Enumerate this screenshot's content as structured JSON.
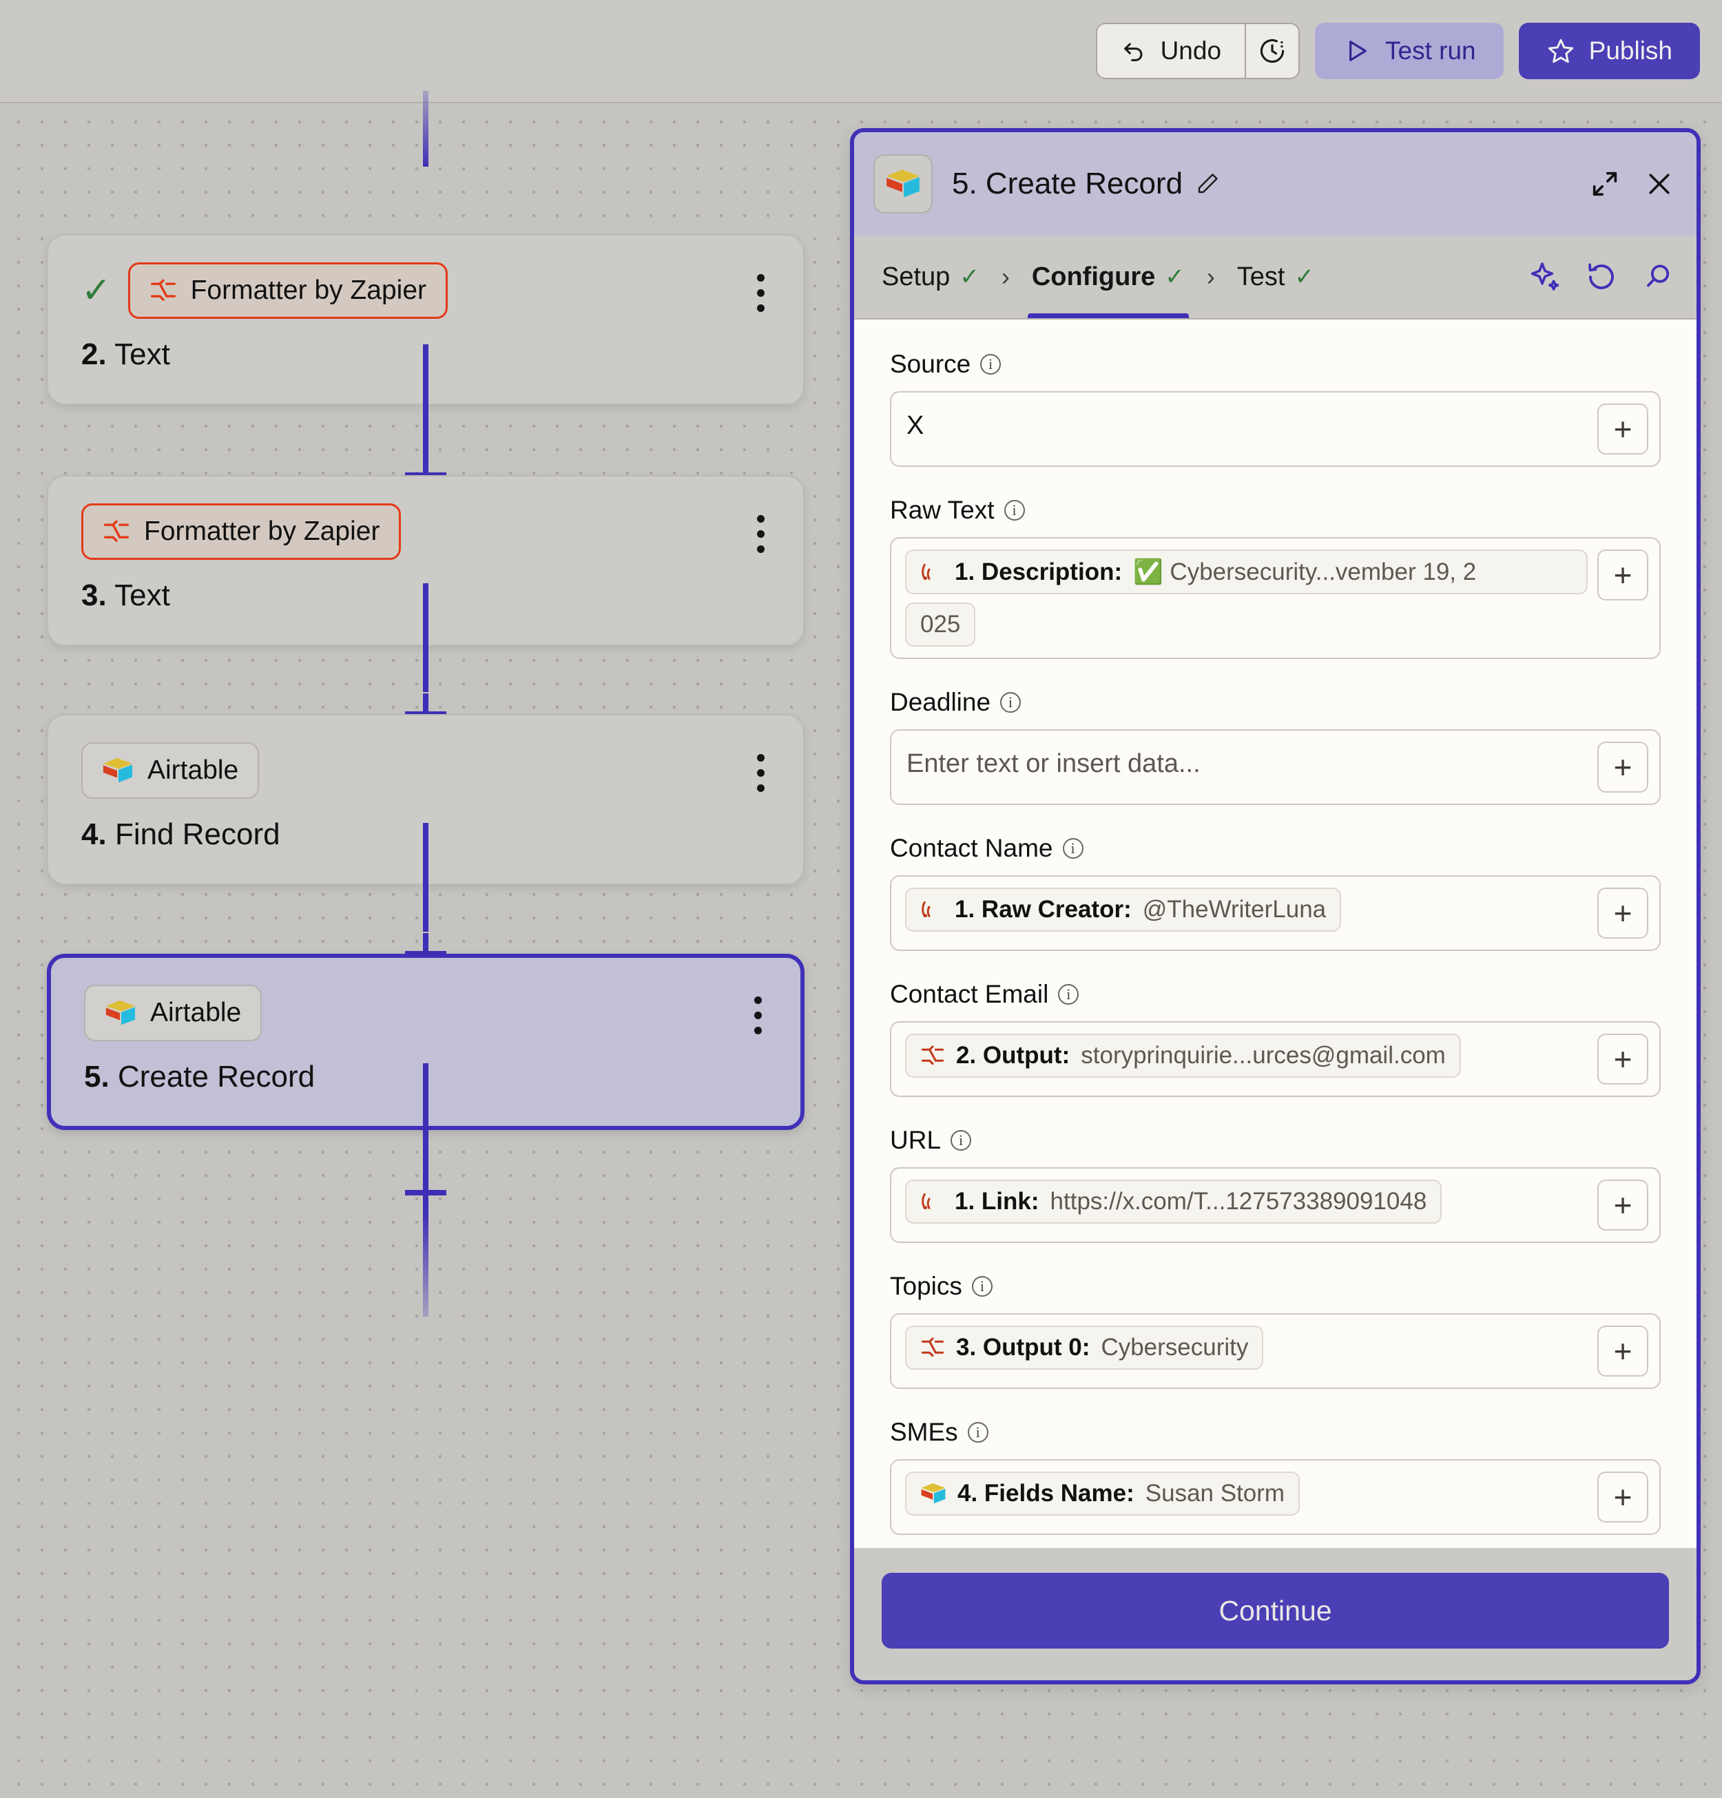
{
  "toolbar": {
    "undo_label": "Undo",
    "timer_icon": "timer-icon",
    "test_run_label": "Test run",
    "publish_label": "Publish"
  },
  "canvas": {
    "nodes": [
      {
        "app": "Formatter by Zapier",
        "title_num": "2.",
        "title_text": "Text",
        "app_kind": "formatter",
        "checked": true,
        "selected": false
      },
      {
        "app": "Formatter by Zapier",
        "title_num": "3.",
        "title_text": "Text",
        "app_kind": "formatter",
        "checked": false,
        "selected": false
      },
      {
        "app": "Airtable",
        "title_num": "4.",
        "title_text": "Find Record",
        "app_kind": "airtable",
        "checked": false,
        "selected": false
      },
      {
        "app": "Airtable",
        "title_num": "5.",
        "title_text": "Create Record",
        "app_kind": "airtable",
        "checked": false,
        "selected": true
      }
    ],
    "add_step_label": "+"
  },
  "panel": {
    "app_icon": "airtable-icon",
    "title": "5. Create Record",
    "edit_icon": "pencil-icon",
    "expand_icon": "expand-icon",
    "close_icon": "close-icon",
    "tabs": [
      {
        "label": "Setup",
        "state": "done",
        "active": false
      },
      {
        "label": "Configure",
        "state": "done",
        "active": true
      },
      {
        "label": "Test",
        "state": "done",
        "active": false
      }
    ],
    "tab_separator": "›",
    "tab_icons": [
      "ai-sparkle-icon",
      "refresh-icon",
      "search-icon"
    ],
    "fields": [
      {
        "label": "Source",
        "kind": "plain",
        "value": "X",
        "insert_label": "+"
      },
      {
        "label": "Raw Text",
        "kind": "token-wrap",
        "token_icon": "rss-icon",
        "token_key": "1. Description:",
        "token_value": "✅ Cybersecurity...vember 19, 2",
        "token_overflow": "025",
        "insert_label": "+"
      },
      {
        "label": "Deadline",
        "kind": "placeholder",
        "placeholder": "Enter text or insert data...",
        "insert_label": "+"
      },
      {
        "label": "Contact Name",
        "kind": "token",
        "token_icon": "rss-icon",
        "token_key": "1. Raw Creator:",
        "token_value": "@TheWriterLuna",
        "insert_label": "+"
      },
      {
        "label": "Contact Email",
        "kind": "token",
        "token_icon": "formatter-icon",
        "token_key": "2. Output:",
        "token_value": "storyprinquirie...urces@gmail.com",
        "insert_label": "+"
      },
      {
        "label": "URL",
        "kind": "token",
        "token_icon": "rss-icon",
        "token_key": "1. Link:",
        "token_value": "https://x.com/T...127573389091048",
        "insert_label": "+"
      },
      {
        "label": "Topics",
        "kind": "token",
        "token_icon": "formatter-icon",
        "token_key": "3. Output 0:",
        "token_value": "Cybersecurity",
        "insert_label": "+"
      },
      {
        "label": "SMEs",
        "kind": "token",
        "token_icon": "airtable-icon",
        "token_key": "4. Fields Name:",
        "token_value": "Susan Storm",
        "insert_label": "+"
      }
    ],
    "continue_label": "Continue"
  },
  "colors": {
    "accent_purple": "#4030b8",
    "publish_purple": "#4a3fb5",
    "test_run_bg": "#aeaad6",
    "formatter_red": "#e33b18",
    "check_green": "#2f7d3a",
    "canvas_bg": "#c6c4c1",
    "panel_body_bg": "#fdfcf8"
  }
}
